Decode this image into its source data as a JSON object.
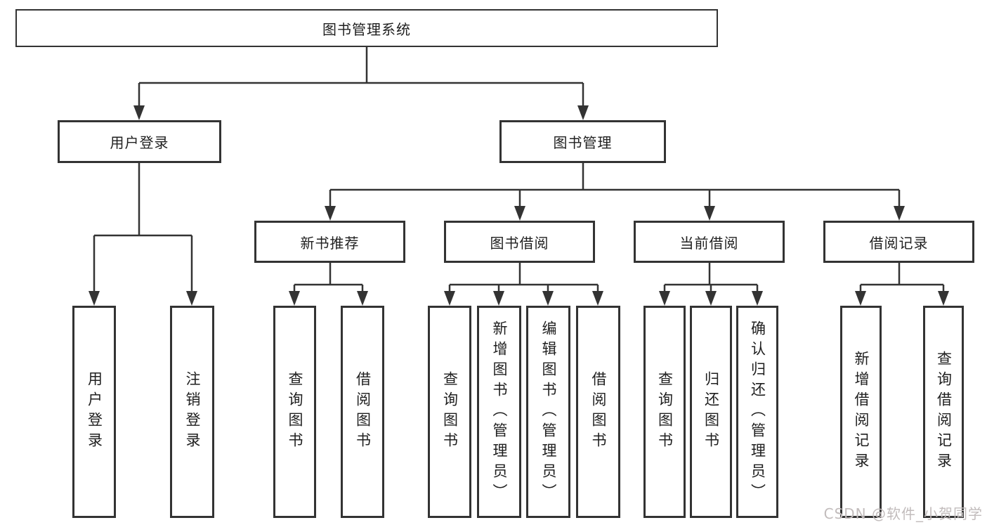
{
  "tree": {
    "root": {
      "label": "图书管理系统"
    },
    "children": [
      {
        "label": "用户登录",
        "children": [
          {
            "label": "用户登录"
          },
          {
            "label": "注销登录"
          }
        ]
      },
      {
        "label": "图书管理",
        "children": [
          {
            "label": "新书推荐",
            "children": [
              {
                "label": "查询图书"
              },
              {
                "label": "借阅图书"
              }
            ]
          },
          {
            "label": "图书借阅",
            "children": [
              {
                "label": "查询图书"
              },
              {
                "label": "新增图书（管理员）"
              },
              {
                "label": "编辑图书（管理员）"
              },
              {
                "label": "借阅图书"
              }
            ]
          },
          {
            "label": "当前借阅",
            "children": [
              {
                "label": "查询图书"
              },
              {
                "label": "归还图书"
              },
              {
                "label": "确认归还（管理员）"
              }
            ]
          },
          {
            "label": "借阅记录",
            "children": [
              {
                "label": "新增借阅记录"
              },
              {
                "label": "查询借阅记录"
              }
            ]
          }
        ]
      }
    ]
  },
  "watermark": {
    "text": "CSDN @软件_小贺同学"
  },
  "colors": {
    "line": "#333333",
    "border": "#333333",
    "text": "#1f1f1f",
    "background": "#ffffff",
    "watermark": "#c2bcbc"
  }
}
